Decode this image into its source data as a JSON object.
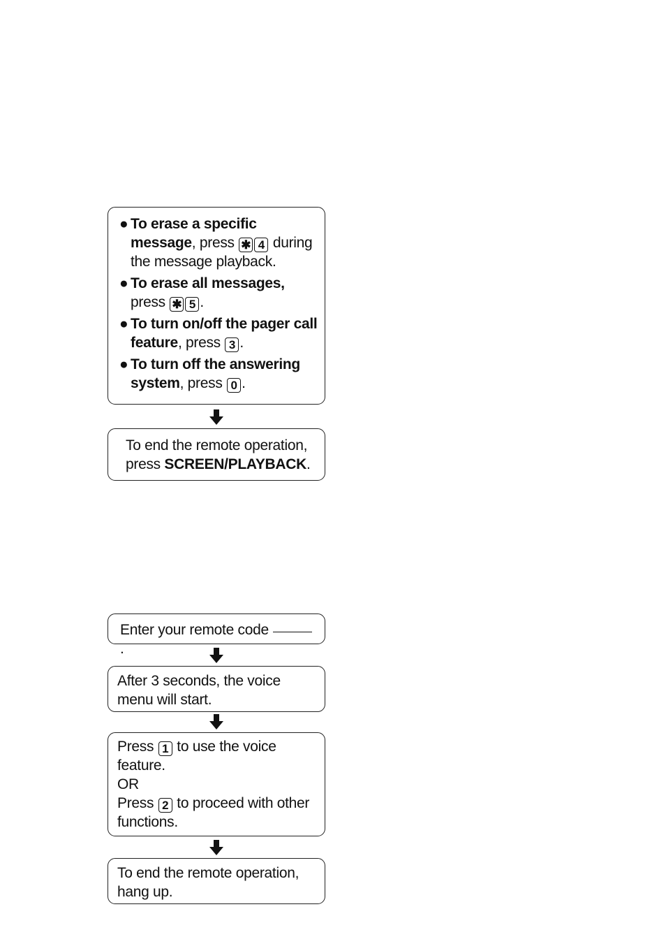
{
  "box1": {
    "items": [
      {
        "bullet": "●",
        "bold": "To erase a specific message",
        "rest_a": ", press",
        "keys": [
          "✱",
          "4"
        ],
        "rest_b": "during the message playback."
      },
      {
        "bullet": "●",
        "bold": "To erase all messages,",
        "rest_a": "press",
        "keys": [
          "✱",
          "5"
        ],
        "rest_b": "."
      },
      {
        "bullet": "●",
        "bold": "To turn on/off the pager call feature",
        "rest_a": ", press",
        "keys": [
          "3"
        ],
        "rest_b": "."
      },
      {
        "bullet": "●",
        "bold": "To turn off the answering system",
        "rest_a": ", press",
        "keys": [
          "0"
        ],
        "rest_b": "."
      }
    ]
  },
  "box2": {
    "text": "To end the remote operation, press",
    "bold": "SCREEN/PLAYBACK",
    "end": "."
  },
  "box3": {
    "text": "Enter your remote code",
    "end": "."
  },
  "box4": {
    "text": "After 3 seconds, the voice menu will start."
  },
  "box5": {
    "line1_a": "Press",
    "key1": "1",
    "line1_b": "to use the voice feature.",
    "or": "OR",
    "line2_a": "Press",
    "key2": "2",
    "line2_b": "to proceed with other functions."
  },
  "box6": {
    "text": "To end the remote operation, hang up."
  }
}
